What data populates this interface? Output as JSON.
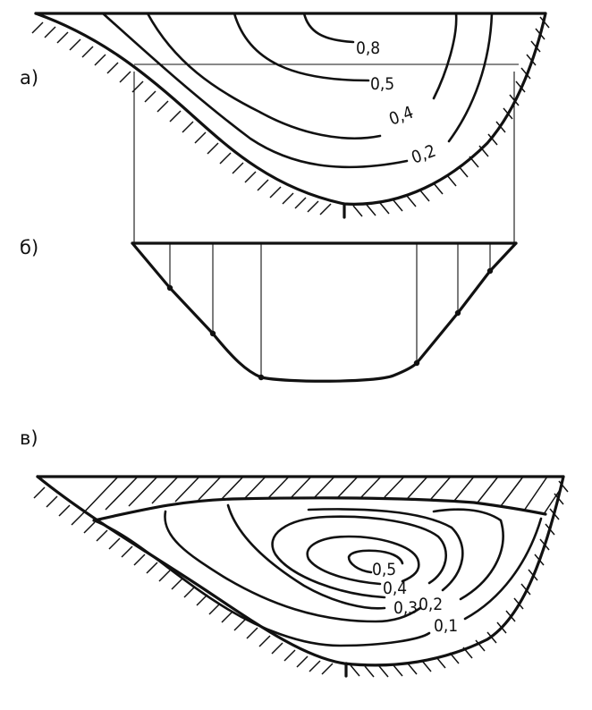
{
  "panels": {
    "a": {
      "label": "а)",
      "isolines": [
        "0,8",
        "0,5",
        "0,4",
        "0,2"
      ]
    },
    "b": {
      "label": "б)"
    },
    "v": {
      "label": "в)",
      "isolines": [
        "0,5",
        "0,4",
        "0,3",
        "0,2",
        "0,1"
      ]
    }
  }
}
